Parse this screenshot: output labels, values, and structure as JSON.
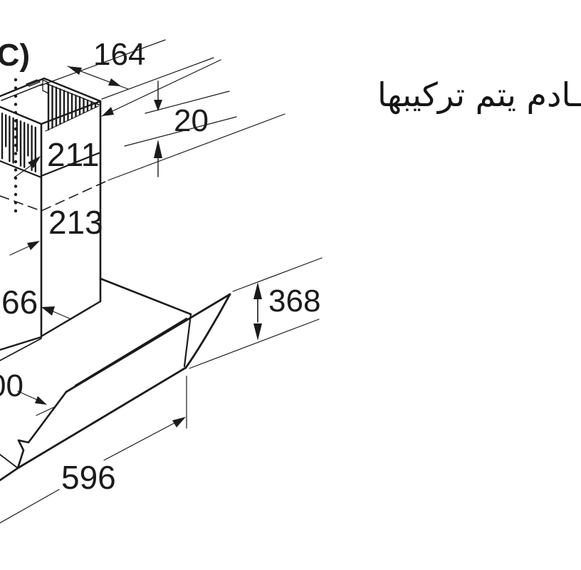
{
  "drawing": {
    "part_label": "(C)",
    "note_arabic": "ـادم يتم تركيبها",
    "dims": {
      "chimney_top_depth": "164",
      "overlap": "20",
      "chimney_upper": "211",
      "chimney_lower": "213",
      "left_edge_partial": "66",
      "left_clipped_value": "00",
      "body_height": "368",
      "body_width": "596"
    },
    "colors": {
      "line": "#1b1b1b",
      "background": "#ffffff"
    }
  }
}
